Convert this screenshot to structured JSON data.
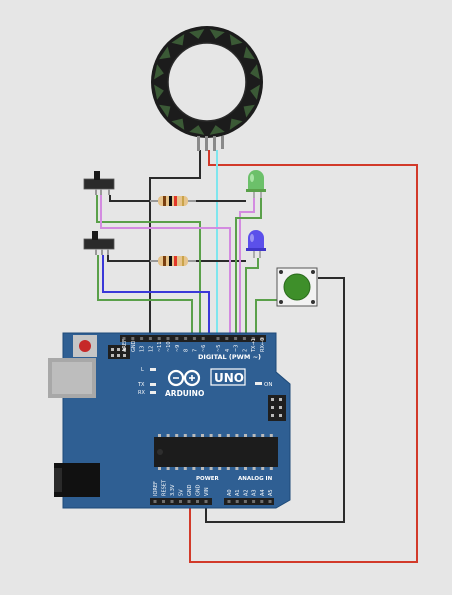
{
  "board": {
    "brand": "ARDUINO",
    "model": "UNO",
    "digital_label": "DIGITAL (PWM ~)",
    "analog_label": "ANALOG IN",
    "power_label": "POWER",
    "on_label": "ON",
    "led_l_label": "L",
    "tx_label": "TX",
    "rx_label": "RX",
    "digital_pins": [
      "AREF",
      "GND",
      "13",
      "12",
      "~11",
      "~10",
      "~9",
      "8",
      "7",
      "~6",
      "~5",
      "4",
      "~3",
      "2",
      "TX→1",
      "RX←0"
    ],
    "power_pins": [
      "IOREF",
      "RESET",
      "3.3V",
      "5V",
      "GND",
      "GND",
      "VIN"
    ],
    "analog_pins": [
      "A0",
      "A1",
      "A2",
      "A3",
      "A4",
      "A5"
    ]
  },
  "components": {
    "neopixel_ring": "neopixel-ring",
    "slide_switch_1": "slide-switch",
    "slide_switch_2": "slide-switch",
    "resistor_1": "resistor",
    "resistor_2": "resistor",
    "led_1": "green-led",
    "led_2": "blue-led",
    "pushbutton": "green-pushbutton"
  },
  "colors": {
    "canvas": "#e6e6e6",
    "board": "#2f5f93",
    "wire_red": "#d23a2a",
    "wire_black": "#2b2b2b",
    "wire_green": "#5aa04a",
    "wire_cyan": "#7fe6ee",
    "wire_violet": "#d38be0",
    "wire_blue": "#3a38d8",
    "led_green": "#6cc06a",
    "led_blue": "#5b50ea",
    "button_cap": "#3e8f2a"
  }
}
